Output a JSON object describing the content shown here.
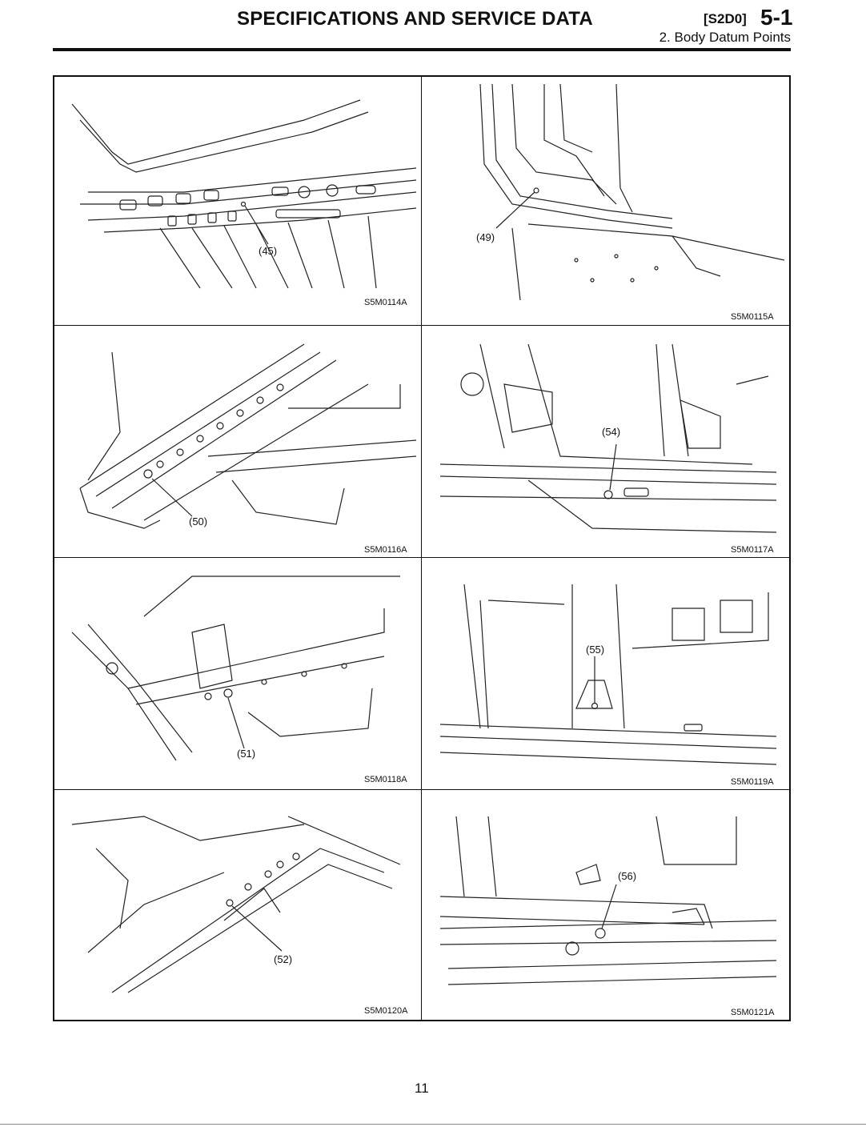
{
  "header": {
    "title": "SPECIFICATIONS AND SERVICE DATA",
    "code": "[S2D0]",
    "section": "5-1",
    "subtitle": "2. Body Datum Points"
  },
  "figures": [
    {
      "callout": "(45)",
      "code": "S5M0114A"
    },
    {
      "callout": "(49)",
      "code": "S5M0115A"
    },
    {
      "callout": "(50)",
      "code": "S5M0116A"
    },
    {
      "callout": "(54)",
      "code": "S5M0117A"
    },
    {
      "callout": "(51)",
      "code": "S5M0118A"
    },
    {
      "callout": "(55)",
      "code": "S5M0119A"
    },
    {
      "callout": "(52)",
      "code": "S5M0120A"
    },
    {
      "callout": "(56)",
      "code": "S5M0121A"
    }
  ],
  "page_number": "11"
}
